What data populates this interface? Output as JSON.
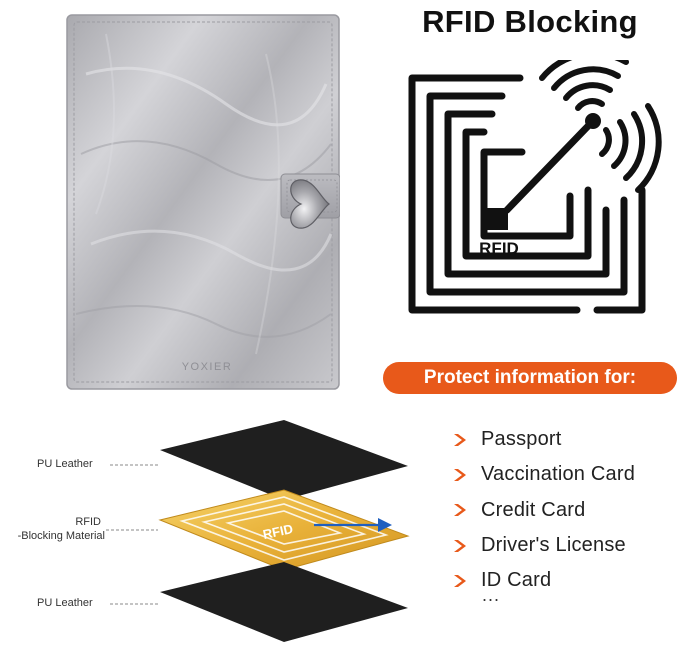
{
  "product": {
    "brand_emboss": "YOXIER"
  },
  "rfid_panel": {
    "title": "RFID Blocking",
    "icon_label": "RFID"
  },
  "protect": {
    "heading": "Protect information for:",
    "items": [
      "Passport",
      "Vaccination Card",
      "Credit Card",
      "Driver's License",
      "ID Card"
    ],
    "more": "..."
  },
  "layers": {
    "top_label": "PU Leather",
    "middle_label_line1": "RFID",
    "middle_label_line2": "-Blocking Material",
    "middle_chip_text": "RFID",
    "bottom_label": "PU Leather"
  },
  "colors": {
    "accent": "#e8591a",
    "leather_layer": "#1e1e1e",
    "gold_layer": "#e9b23a",
    "wallet_silver": "#bdbdc2"
  }
}
